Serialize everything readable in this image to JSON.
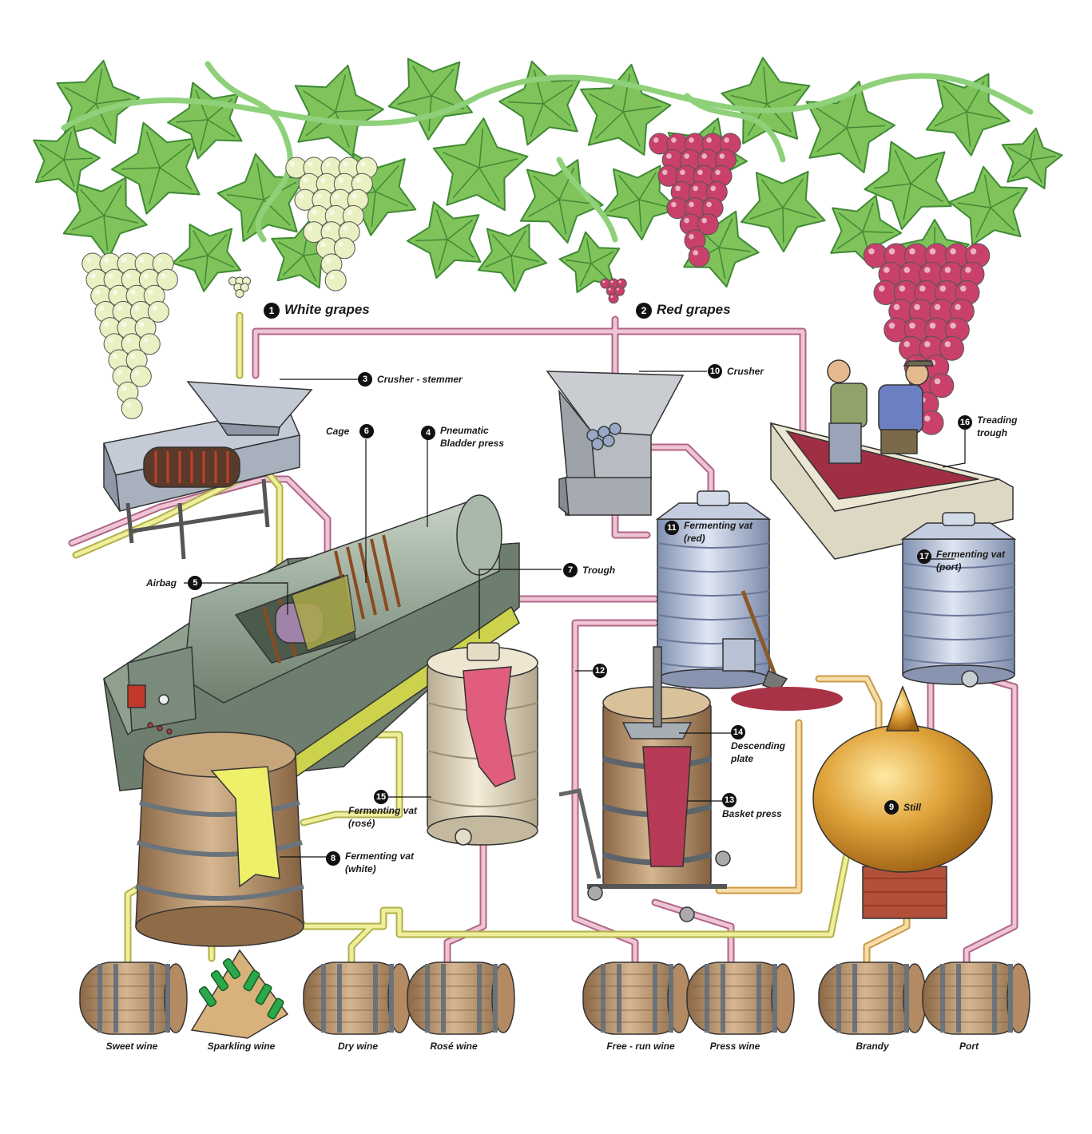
{
  "colors": {
    "leaf": "#7fc35a",
    "leaf_dark": "#3f8a35",
    "white_grape": "#e9f0c2",
    "red_grape": "#c9416b",
    "pipe_red": "#e8b3c7",
    "pipe_white": "#e6e68a",
    "pipe_brandy": "#f2c97c",
    "press_green": "#9fb0a0",
    "vat_blue": "#aab9d4",
    "vat_cream": "#e6dcc5",
    "barrel_wood": "#b58d68",
    "still_gold": "#dca13a"
  },
  "labels": {
    "white_grapes": {
      "num": "1",
      "text": "White grapes"
    },
    "red_grapes": {
      "num": "2",
      "text": "Red grapes"
    },
    "crusher_stemmer": {
      "num": "3",
      "text": "Crusher - stemmer"
    },
    "pneumatic_press": {
      "num": "4",
      "text": "Pneumatic Bladder press"
    },
    "airbag": {
      "num": "5",
      "text": "Airbag"
    },
    "cage": {
      "num": "6",
      "text": "Cage"
    },
    "trough": {
      "num": "7",
      "text": "Trough"
    },
    "vat_white": {
      "num": "8",
      "text": "Fermenting vat (white)"
    },
    "still": {
      "num": "9",
      "text": "Still"
    },
    "crusher": {
      "num": "10",
      "text": "Crusher"
    },
    "vat_red": {
      "num": "11",
      "text": "Fermenting vat (red)"
    },
    "pipe_12": {
      "num": "12",
      "text": ""
    },
    "basket_press": {
      "num": "13",
      "text": "Basket press"
    },
    "descending_plate": {
      "num": "14",
      "text": "Descending plate"
    },
    "vat_rose": {
      "num": "15",
      "text": "Fermenting vat (rosé)"
    },
    "treading_trough": {
      "num": "16",
      "text": "Treading trough"
    },
    "vat_port": {
      "num": "17",
      "text": "Fermenting vat (port)"
    }
  },
  "products": [
    {
      "id": "sweet",
      "text": "Sweet wine"
    },
    {
      "id": "sparkling",
      "text": "Sparkling wine"
    },
    {
      "id": "dry",
      "text": "Dry wine"
    },
    {
      "id": "rose",
      "text": "Rosé wine"
    },
    {
      "id": "freerun",
      "text": "Free - run wine"
    },
    {
      "id": "press",
      "text": "Press wine"
    },
    {
      "id": "brandy",
      "text": "Brandy"
    },
    {
      "id": "port",
      "text": "Port"
    }
  ]
}
